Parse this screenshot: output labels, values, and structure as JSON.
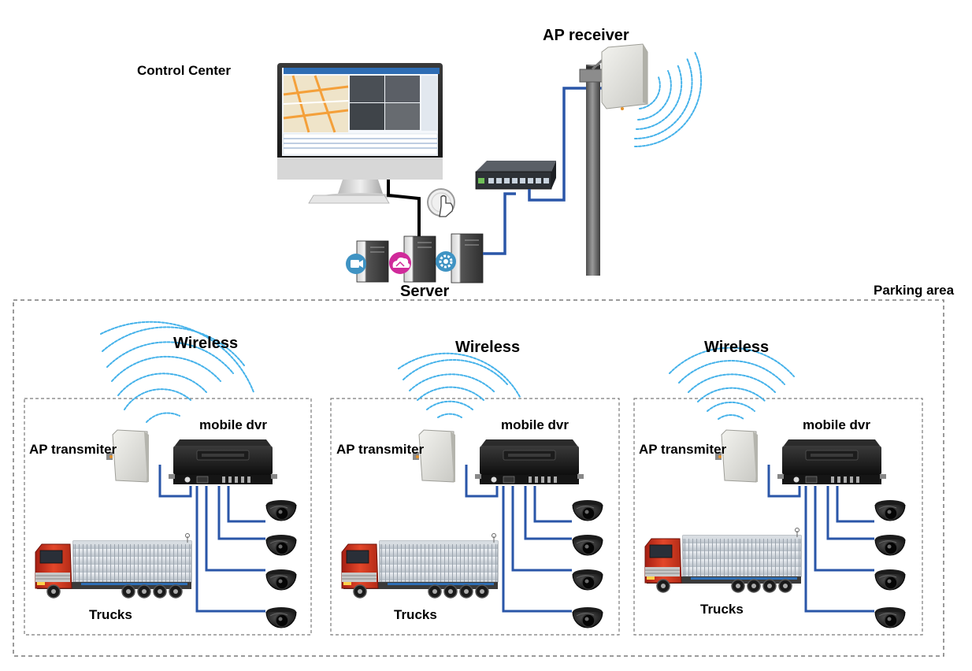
{
  "labels": {
    "control_center": "Control Center",
    "ap_receiver": "AP receiver",
    "server": "Server",
    "parking_area": "Parking area"
  },
  "vehicle_units": [
    {
      "wireless": "Wireless",
      "ap_transmitter": "AP transmiter",
      "dvr": "mobile dvr",
      "trucks": "Trucks"
    },
    {
      "wireless": "Wireless",
      "ap_transmitter": "AP transmiter",
      "dvr": "mobile dvr",
      "trucks": "Trucks"
    },
    {
      "wireless": "Wireless",
      "ap_transmitter": "AP transmiter",
      "dvr": "mobile dvr",
      "trucks": "Trucks"
    }
  ],
  "icons": [
    "monitor-icon",
    "keyboard-icon",
    "mouse-icon",
    "server-tower-icon",
    "camera-icon",
    "cloud-icon",
    "gear-icon",
    "network-switch-icon",
    "antenna-pole-icon",
    "ap-panel-icon",
    "wifi-waves-icon",
    "dvr-recorder-icon",
    "dome-camera-icon",
    "truck-icon"
  ],
  "colors": {
    "cable": "#2a56a8",
    "wifi_waves": "#45b2ea",
    "dashed_border": "#7a7a7a",
    "truck_cab": "#d4391f",
    "cloud_badge": "#d02a9a"
  }
}
